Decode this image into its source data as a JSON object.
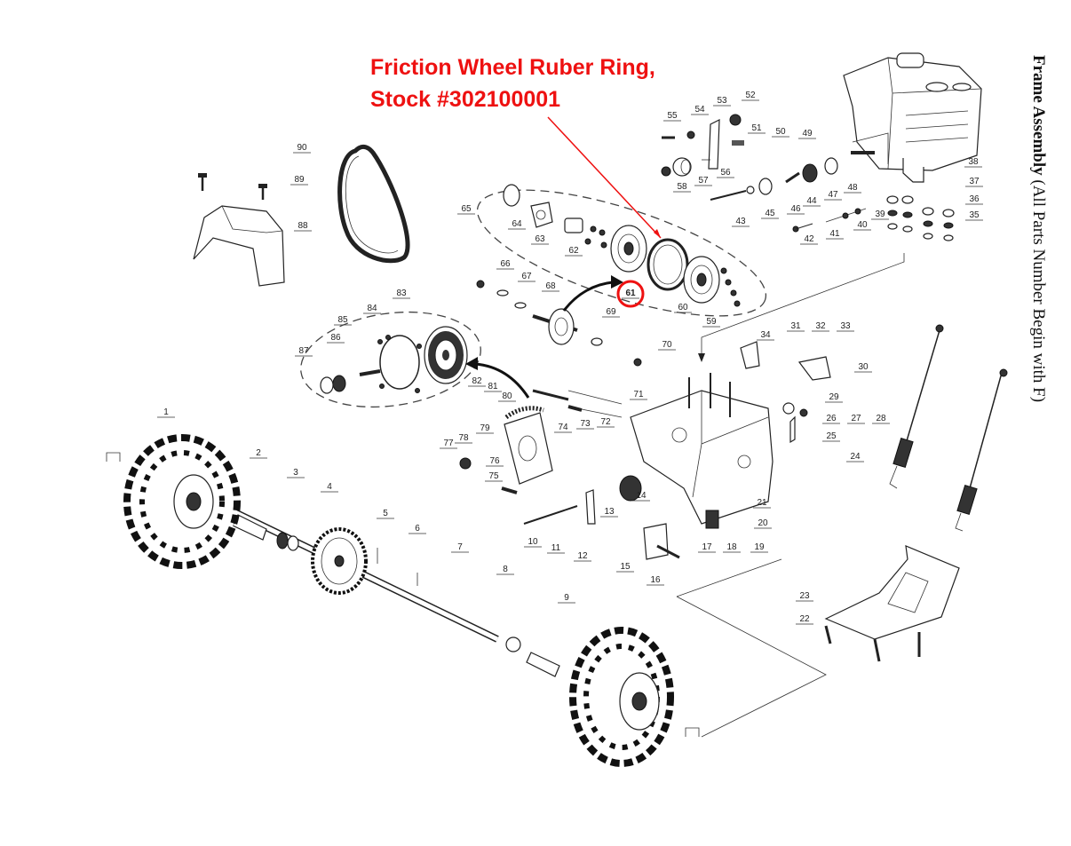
{
  "callout": {
    "line1": "Friction Wheel Ruber Ring,",
    "line2": "Stock #302100001",
    "highlighted_part": "61",
    "color": "#ee1111"
  },
  "side_title": {
    "bold": "Frame Assembly",
    "rest": " (All Parts Number Begin with F)"
  },
  "part_numbers": [
    "1",
    "2",
    "3",
    "4",
    "5",
    "6",
    "7",
    "8",
    "9",
    "10",
    "11",
    "12",
    "13",
    "14",
    "15",
    "16",
    "17",
    "18",
    "19",
    "20",
    "21",
    "22",
    "23",
    "24",
    "25",
    "26",
    "27",
    "28",
    "29",
    "30",
    "31",
    "32",
    "33",
    "34",
    "35",
    "36",
    "37",
    "38",
    "39",
    "40",
    "41",
    "42",
    "43",
    "44",
    "45",
    "46",
    "47",
    "48",
    "49",
    "50",
    "51",
    "52",
    "53",
    "54",
    "55",
    "56",
    "57",
    "58",
    "59",
    "60",
    "61",
    "62",
    "63",
    "64",
    "65",
    "66",
    "67",
    "68",
    "69",
    "70",
    "71",
    "72",
    "73",
    "74",
    "75",
    "76",
    "77",
    "78",
    "79",
    "80",
    "81",
    "82",
    "83",
    "84",
    "85",
    "86",
    "87",
    "88",
    "89",
    "90"
  ]
}
